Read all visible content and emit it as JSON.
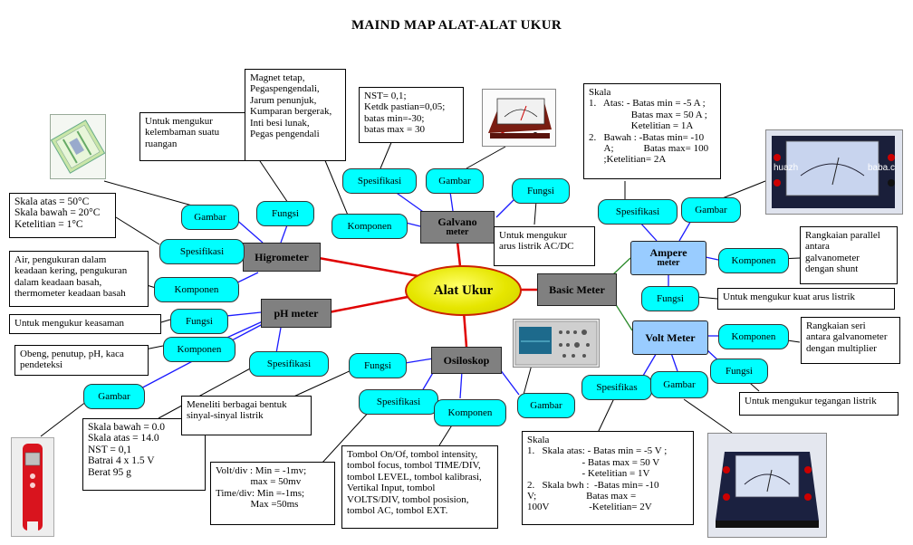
{
  "title": "MAIND MAP ALAT-ALAT UKUR",
  "center": "Alat Ukur",
  "nodes": {
    "higrometer": "Higrometer",
    "ph_meter": "pH meter",
    "galvano": "Galvano",
    "galvano_sub": "meter",
    "osiloskop": "Osiloskop",
    "basic_meter": "Basic Meter",
    "ampere": "Ampere",
    "ampere_sub": "meter",
    "volt_meter": "Volt Meter"
  },
  "ovals": {
    "hig_gambar": "Gambar",
    "hig_fungsi": "Fungsi",
    "hig_spesifikasi": "Spesifikasi",
    "hig_komponen": "Komponen",
    "ph_fungsi": "Fungsi",
    "ph_komponen": "Komponen",
    "ph_spesifikasi": "Spesifikasi",
    "ph_gambar": "Gambar",
    "gal_spesifikasi": "Spesifikasi",
    "gal_gambar": "Gambar",
    "gal_fungsi": "Fungsi",
    "gal_komponen": "Komponen",
    "osc_fungsi": "Fungsi",
    "osc_spesifikasi": "Spesifikasi",
    "osc_komponen": "Komponen",
    "osc_gambar": "Gambar",
    "amp_spesifikasi": "Spesifikasi",
    "amp_gambar": "Gambar",
    "amp_komponen": "Komponen",
    "amp_fungsi": "Fungsi",
    "volt_komponen": "Komponen",
    "volt_fungsi": "Fungsi",
    "volt_spesifikas": "Spesifikas",
    "volt_gambar": "Gambar"
  },
  "boxes": {
    "hig_fungsi": "Untuk mengukur\nkelembaman suatu\nruangan",
    "hig_spesifikasi": "Skala atas = 50°C\nSkala bawah = 20°C\nKetelitian = 1°C",
    "hig_komponen": "Air, pengukuran dalam\nkeadaan kering, pengukuran\ndalam keadaan basah,\nthermometer keadaan basah",
    "gal_komponen": "Magnet tetap,\nPegaspengendali,\nJarum penunjuk,\nKumparan bergerak,\nInti besi lunak,\nPegas pengendali",
    "gal_spesifikasi": "NST= 0,1;\nKetdk pastian=0,05;\nbatas min=-30;\nbatas max = 30",
    "gal_fungsi": "Untuk mengukur\narus listrik AC/DC",
    "ph_fungsi": "Untuk mengukur keasaman",
    "ph_komponen": "Obeng, penutup, pH, kaca\npendeteksi",
    "ph_spesifikasi": "Skala bawah = 0.0\nSkala atas = 14.0\nNST = 0,1\nBatrai 4 x 1.5 V\nBerat 95 g",
    "osc_fungsi": "Meneliti berbagai bentuk\nsinyal-sinyal listrik",
    "osc_spesifikasi": "Volt/div : Min = -1mv;\n              max = 50mv\nTime/div: Min =-1ms;\n              Max =50ms",
    "osc_komponen": "Tombol On/Of, tombol intensity,\ntombol focus, tombol TIME/DIV,\ntombol LEVEL, tombol kalibrasi,\nVertikal Input, tombol\nVOLTS/DIV, tombol posision,\ntombol AC, tombol EXT.",
    "amp_spesifikasi": "Skala\n1.   Atas: - Batas min = -5 A ;\n                 Batas max = 50 A ;\n                 Ketelitian = 1A\n2.   Bawah : -Batas min= -10\n      A;            Batas max= 100\n      ;Ketelitian= 2A",
    "amp_komponen": "Rangkaian parallel\nantara\ngalvanometer\ndengan shunt",
    "amp_fungsi": "Untuk mengukur kuat arus listrik",
    "volt_komponen": "Rangkaian seri\nantara galvanometer\ndengan multiplier",
    "volt_fungsi": "Untuk mengukur tegangan listrik",
    "volt_spesifikasi": "Skala\n1.   Skala atas: - Batas min = -5 V ;\n                      - Batas max = 50 V\n                      - Ketelitian = 1V\n2.   Skala bwh :  -Batas min= -10\nV;                    Batas max =\n100V                -Ketelitian= 2V"
  },
  "photo_labels": {
    "ampere_brand": "huazh",
    "ampere_site": "baba.c"
  },
  "colors": {
    "oval_fill": "#00ffff",
    "node_gray": "#808080",
    "node_blue": "#99ccff",
    "center_fill": "#ffff00",
    "main_line": "#e00000",
    "sub_line": "#1a1aff",
    "green_line": "#2a8a2a"
  }
}
